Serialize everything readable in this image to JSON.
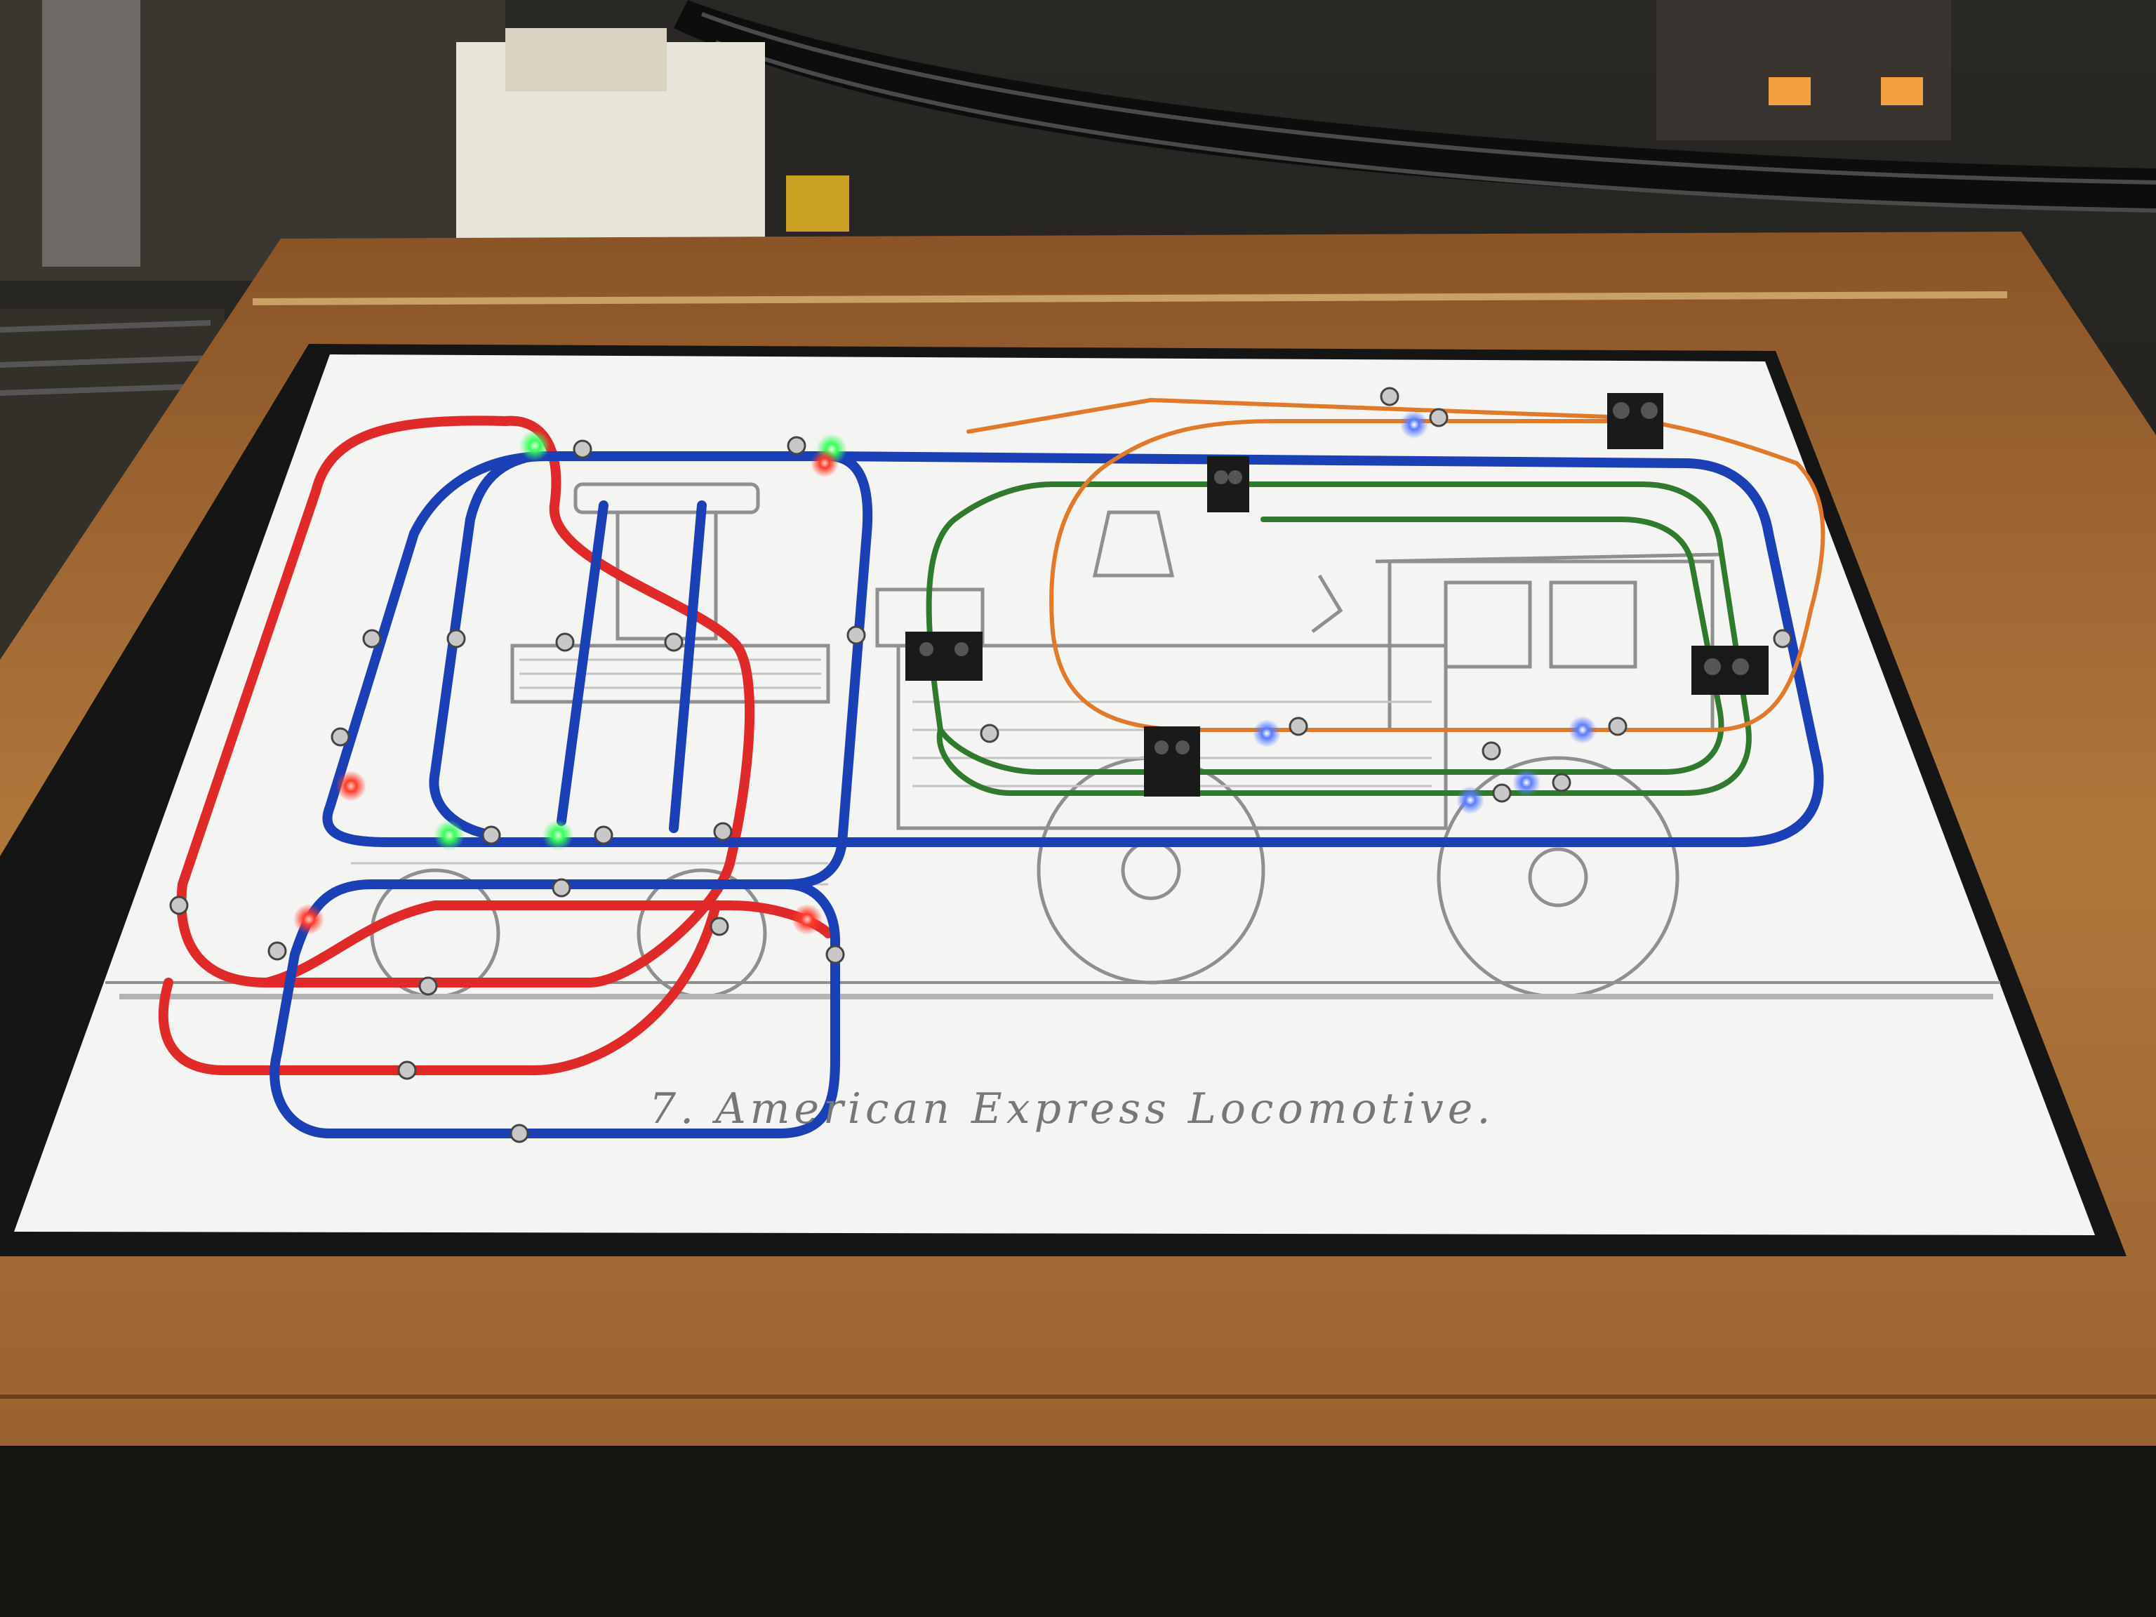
{
  "photo": {
    "caption": "7. American Express Locomotive.",
    "colors": {
      "wood": "#a86d35",
      "frame": "#151515",
      "paper": "#f4f4f2",
      "red_route": "#e02a2a",
      "blue_route": "#1b3fb5",
      "green_route": "#2f7a2c",
      "orange_route": "#e07a2a",
      "led_red": "#ff3a2a",
      "led_green": "#37ff5a",
      "led_blue": "#5a7cff"
    },
    "objects": [
      "model-railroad-layout",
      "control-panel-board",
      "toggle-switches",
      "indicator-leds",
      "signal-heads",
      "locomotive-engraving"
    ]
  }
}
